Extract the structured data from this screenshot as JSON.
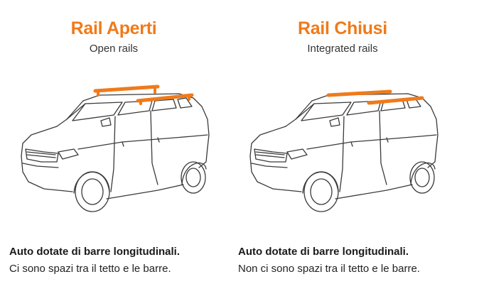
{
  "accent_color": "#F07A1A",
  "line_color": "#3a3a3a",
  "left": {
    "title": "Rail Aperti",
    "subtitle": "Open rails",
    "illustration": "suv-open-rails-icon",
    "description_title": "Auto dotate di barre longitudinali.",
    "description_text": "Ci sono spazi tra il tetto e le barre."
  },
  "right": {
    "title": "Rail Chiusi",
    "subtitle": "Integrated rails",
    "illustration": "suv-integrated-rails-icon",
    "description_title": "Auto dotate di barre longitudinali.",
    "description_text": "Non ci sono spazi tra il tetto e le barre."
  }
}
